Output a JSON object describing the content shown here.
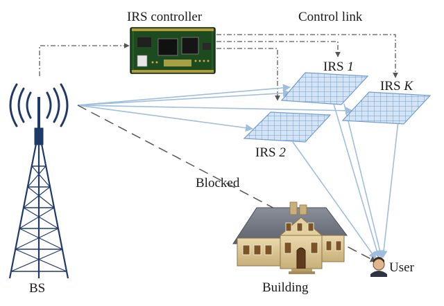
{
  "labels": {
    "controller": "IRS controller",
    "control_link": "Control link",
    "irs1_prefix": "IRS ",
    "irs1_index": "1",
    "irs2_prefix": "IRS ",
    "irs2_index": "2",
    "irsk_prefix": "IRS ",
    "irsk_index": "K",
    "blocked": "Blocked",
    "bs": "BS",
    "building": "Building",
    "user": "User"
  },
  "colors": {
    "signal_link": "#9fbedd",
    "control_link": "#5a5a5a",
    "irs_panel": "#cfe0f3",
    "irs_grid": "#6f9bd0",
    "tower": "#1f3a68",
    "circuit_board": "#1d4a1e"
  }
}
